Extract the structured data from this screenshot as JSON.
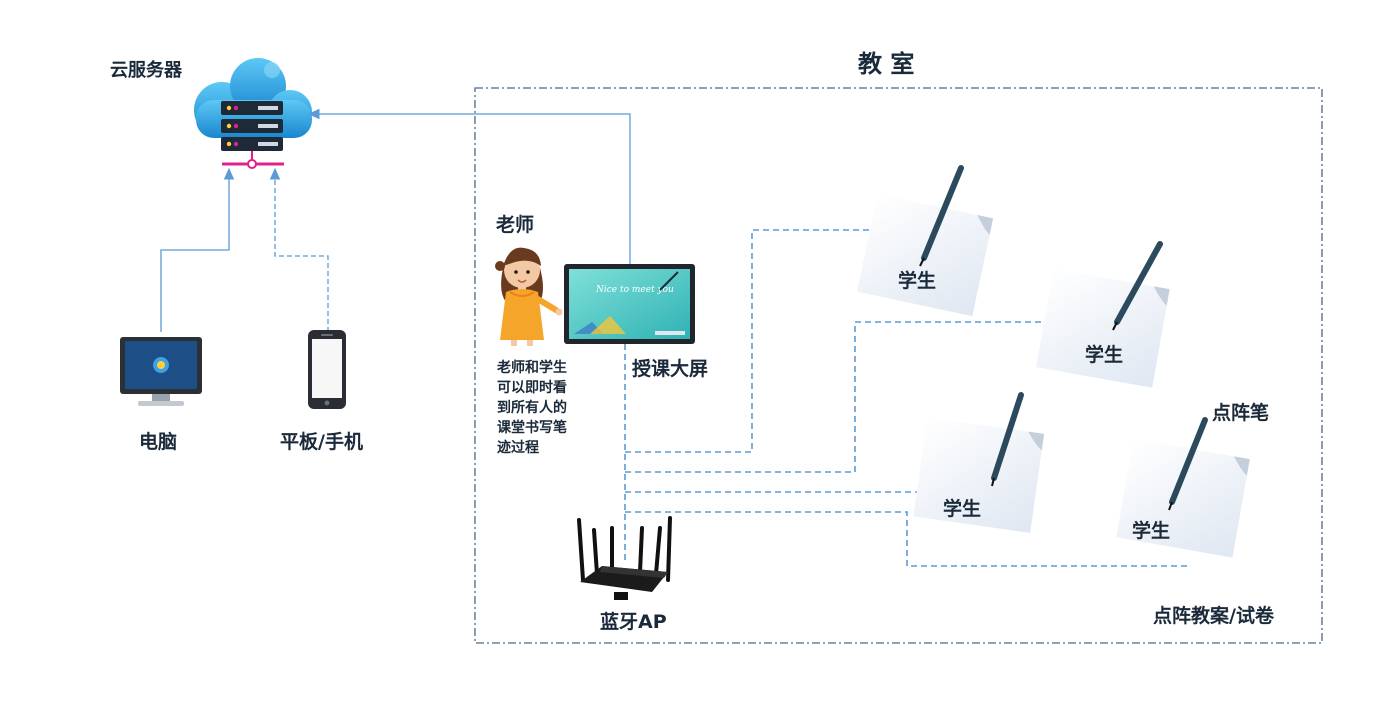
{
  "classroom": {
    "title": "教 室"
  },
  "cloud": {
    "label": "云服务器"
  },
  "devices": {
    "computer": {
      "label": "电脑"
    },
    "tablet": {
      "label": "平板/手机"
    }
  },
  "teacher": {
    "label": "老师",
    "note": "老师和学生\n可以即时看\n到所有人的\n课堂书写笔\n迹过程"
  },
  "screen": {
    "label": "授课大屏",
    "text": "Nice to meet you"
  },
  "students": [
    {
      "label": "学生"
    },
    {
      "label": "学生"
    },
    {
      "label": "学生"
    },
    {
      "label": "学生"
    }
  ],
  "pen": {
    "label": "点阵笔"
  },
  "router": {
    "label": "蓝牙AP"
  },
  "paper": {
    "label": "点阵教案/试卷"
  },
  "colors": {
    "line": "#5b9bd5",
    "frame": "#4a6b8a",
    "cloud": "#2a9bd8",
    "accent": "#e0208c"
  }
}
